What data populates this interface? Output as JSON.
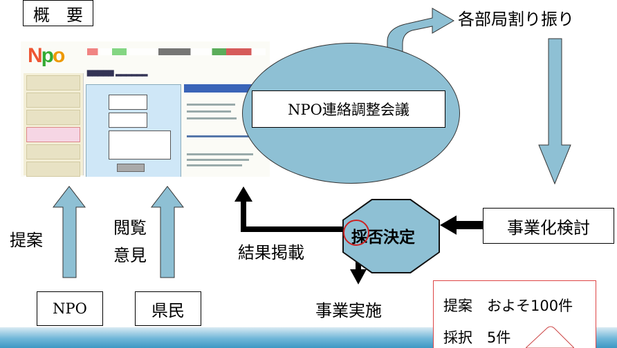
{
  "title": "概　要",
  "nodes": {
    "npo_box": "NPO",
    "kenmin_box": "県民",
    "meeting": "NPO連絡調整会議",
    "bureau_assign": "各部局割り振り",
    "business_review": "事業化検討",
    "decision": "採否決定",
    "implement": "事業実施",
    "result_post": "結果掲載",
    "proposal": "提案",
    "browse": "閲覧",
    "opinion": "意見"
  },
  "note": {
    "line1": "提案　およそ100件",
    "line2": "採択　5件"
  },
  "colors": {
    "arrow_fill": "#8ec0d4",
    "ellipse_fill": "#8ec0d4",
    "note_border": "#dd4444"
  }
}
